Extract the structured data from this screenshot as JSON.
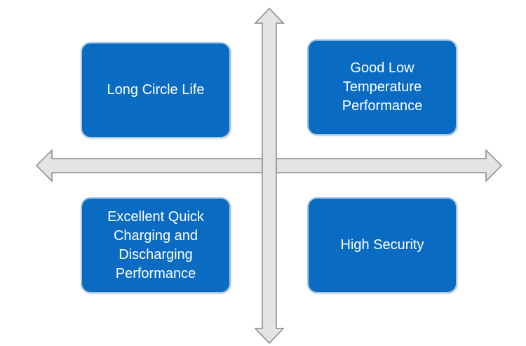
{
  "colors": {
    "box_fill": "#0a6bc2",
    "box_border": "#a9c6e6",
    "arrow_fill": "#e4e4e7",
    "arrow_stroke": "#8a8a8e",
    "text": "#ffffff"
  },
  "quadrants": {
    "top_left": {
      "label": "Long Circle Life"
    },
    "top_right": {
      "label": "Good Low Temperature Performance"
    },
    "bottom_left": {
      "label": "Excellent Quick Charging and Discharging Performance"
    },
    "bottom_right": {
      "label": "High Security"
    }
  }
}
